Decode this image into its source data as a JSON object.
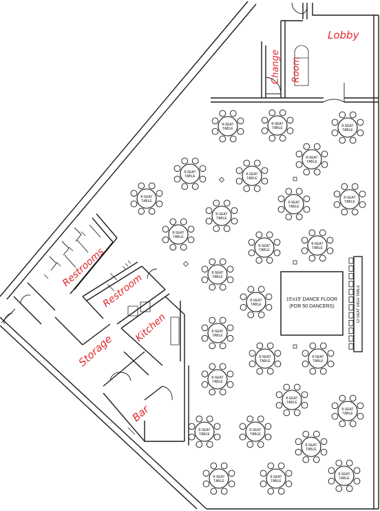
{
  "rooms": {
    "lobby": "Lobby",
    "change_room_top": "Change",
    "change_room_bottom": "Room",
    "restrooms": "Restrooms",
    "restroom": "Restroom",
    "kitchen": "Kitchen",
    "storage": "Storage",
    "bar": "Bar"
  },
  "table_label_line1": "8-SEAT",
  "table_label_line2": "TABLE",
  "dance_floor": {
    "line1": "15'x15' DANCE FLOOR",
    "line2": "(FOR 50 DANCERS)"
  },
  "high_table_label": "12-SEAT HIGH TABLE",
  "colors": {
    "room_label": "#e0262a",
    "line": "#1a1a1a",
    "background": "#ffffff"
  }
}
